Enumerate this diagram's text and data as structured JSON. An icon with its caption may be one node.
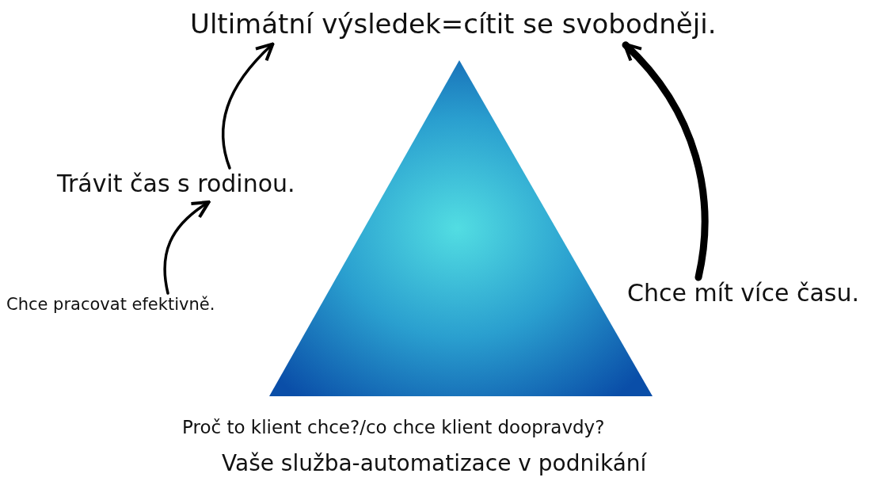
{
  "diagram": {
    "nodes": [
      {
        "text": [
          "Ultimátní výsledek=cítit se svobodněji."
        ]
      },
      {
        "text": [
          "Trávit čas s rodinou."
        ]
      },
      {
        "text": [
          "Chce pracovat efektivně."
        ]
      },
      {
        "text": [
          "Chce mít více času."
        ]
      }
    ],
    "edges": [
      {
        "from": 2,
        "to": 1,
        "arrow": "to"
      },
      {
        "from": 1,
        "to": 0,
        "arrow": "to"
      },
      {
        "from": 3,
        "to": 0,
        "arrow": "to",
        "style": "thick"
      }
    ],
    "labels": [
      "Proč to klient chce?/co chce klient doopravdy?",
      "Vaše služba-automatizace v podnikání"
    ]
  }
}
